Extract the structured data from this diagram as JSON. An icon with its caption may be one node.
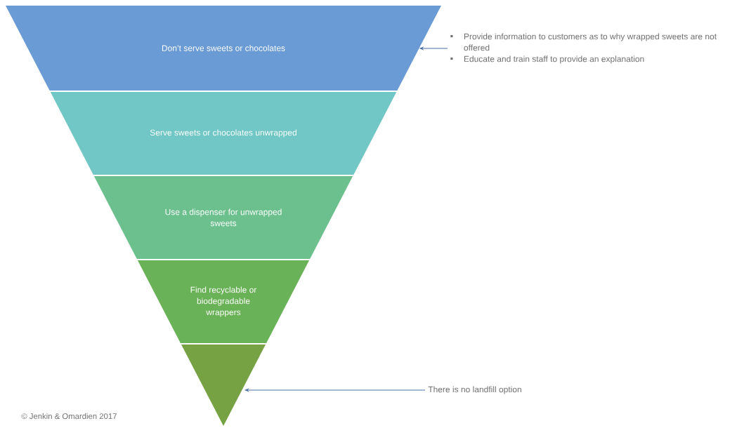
{
  "diagram": {
    "nodes": [
      {
        "text": [
          "Don’t serve sweets or chocolates"
        ]
      },
      {
        "text": [
          "Serve sweets or chocolates unwrapped"
        ]
      },
      {
        "text": [
          "Use a dispenser for unwrapped sweets"
        ]
      },
      {
        "text": [
          "Find recyclable or biodegradable wrappers"
        ]
      },
      {
        "text": [],
        "shape": "triangle"
      },
      {
        "text": [
          "Provide information to customers as to why wrapped sweets are not offered",
          "Educate and train staff to provide an explanation"
        ]
      },
      {
        "text": [
          "There is no landfill option"
        ]
      }
    ],
    "edges": [
      {
        "from": 5,
        "to": 0,
        "arrow": "to"
      },
      {
        "from": 6,
        "to": 4,
        "arrow": "to"
      }
    ],
    "labels": [
      "© Jenkin & Omardien 2017"
    ]
  }
}
